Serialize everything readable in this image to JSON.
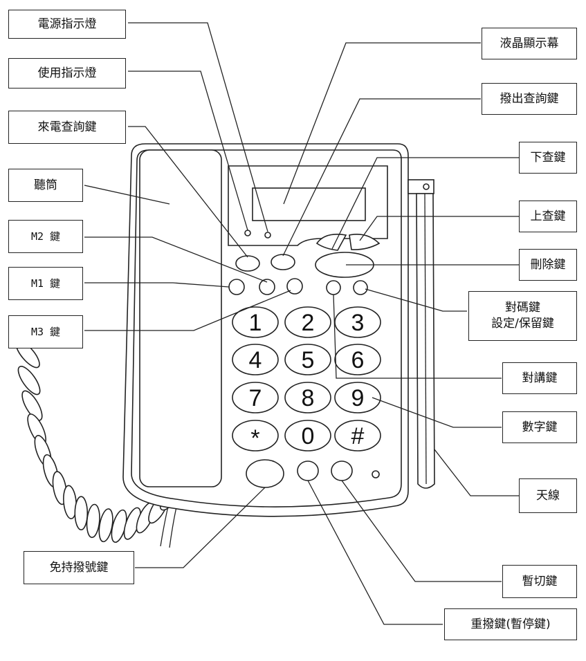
{
  "labels": {
    "power_led": "電源指示燈",
    "in_use_led": "使用指示燈",
    "incoming_query": "來電查詢鍵",
    "handset": "聽筒",
    "m2": "M2 鍵",
    "m1": "M1 鍵",
    "m3": "M3 鍵",
    "lcd": "液晶顯示幕",
    "outgoing_query": "撥出查詢鍵",
    "down": "下查鍵",
    "up": "上查鍵",
    "delete": "刪除鍵",
    "pair_line1": "對碼鍵",
    "pair_line2": "設定/保留鍵",
    "intercom": "對講鍵",
    "numeric": "數字鍵",
    "antenna": "天線",
    "flash": "暫切鍵",
    "handsfree": "免持撥號鍵",
    "redial": "重撥鍵(暫停鍵)"
  },
  "keypad": [
    [
      "1",
      "2",
      "3"
    ],
    [
      "4",
      "5",
      "6"
    ],
    [
      "7",
      "8",
      "9"
    ],
    [
      "*",
      "0",
      "#"
    ]
  ]
}
